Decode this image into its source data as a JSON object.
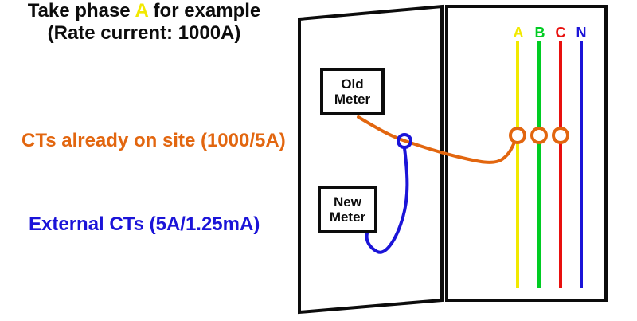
{
  "title": {
    "prefix": "Take phase ",
    "phase_letter": "A",
    "suffix": " for example",
    "line2": "(Rate current: 1000A)"
  },
  "annotations": {
    "onsite_cts": "CTs already on site (1000/5A)",
    "external_cts": "External CTs (5A/1.25mA)"
  },
  "meters": {
    "old": {
      "line1": "Old",
      "line2": "Meter"
    },
    "new": {
      "line1": "New",
      "line2": "Meter"
    }
  },
  "phases": [
    {
      "label": "A",
      "color": "#f2e900"
    },
    {
      "label": "B",
      "color": "#00cc22"
    },
    {
      "label": "C",
      "color": "#e8100e"
    },
    {
      "label": "N",
      "color": "#1b14d8"
    }
  ],
  "colors": {
    "onsite_ct_orange": "#e2660f",
    "external_ct_blue": "#1b14d8",
    "phase_a_highlight": "#f2e900",
    "panel_outline": "#0c0c0c",
    "background": "#ffffff"
  }
}
